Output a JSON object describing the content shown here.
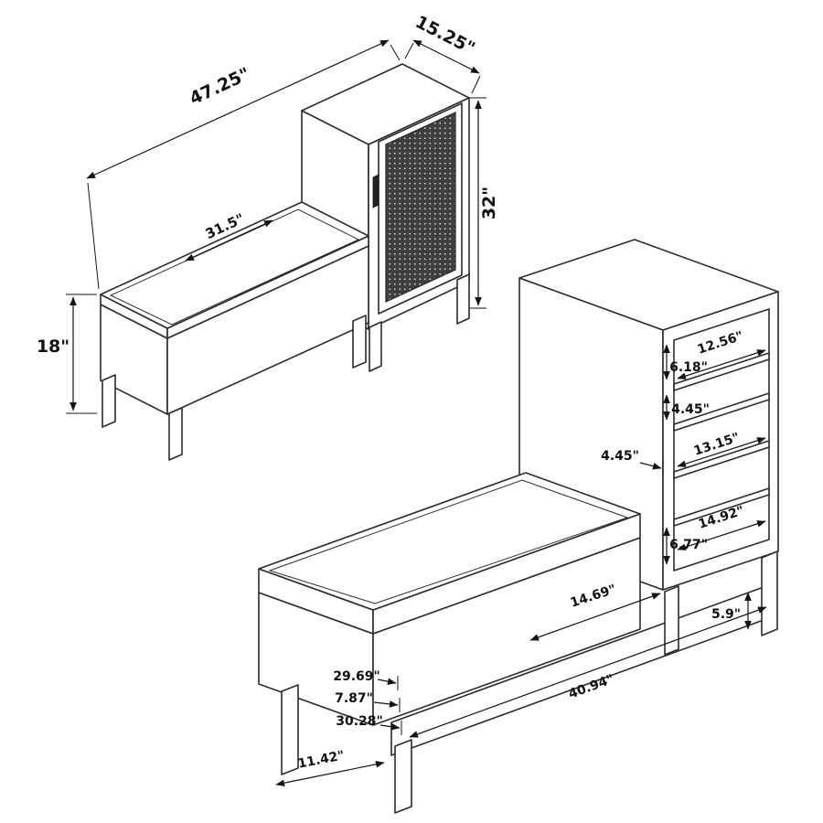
{
  "title": "Bench with storage tower dimension diagram",
  "fig1": {
    "overall_width": "47.25\"",
    "cabinet_depth": "15.25\"",
    "cabinet_height": "32\"",
    "seat_width": "31.5\"",
    "bench_height": "18\""
  },
  "fig2": {
    "inner_width_top": "12.56\"",
    "gap_1": "6.18\"",
    "gap_2": "4.45\"",
    "inner_width_mid": "13.15\"",
    "seat_gap": "4.45\"",
    "inner_width_low": "14.92\"",
    "gap_3": "6.77\"",
    "clearance_width": "14.69\"",
    "leg_height": "5.9\"",
    "callout_a": "29.69\"",
    "callout_b": "7.87\"",
    "callout_c": "30.28\"",
    "rail_length": "40.94\"",
    "leg_spacing": "11.42\""
  }
}
